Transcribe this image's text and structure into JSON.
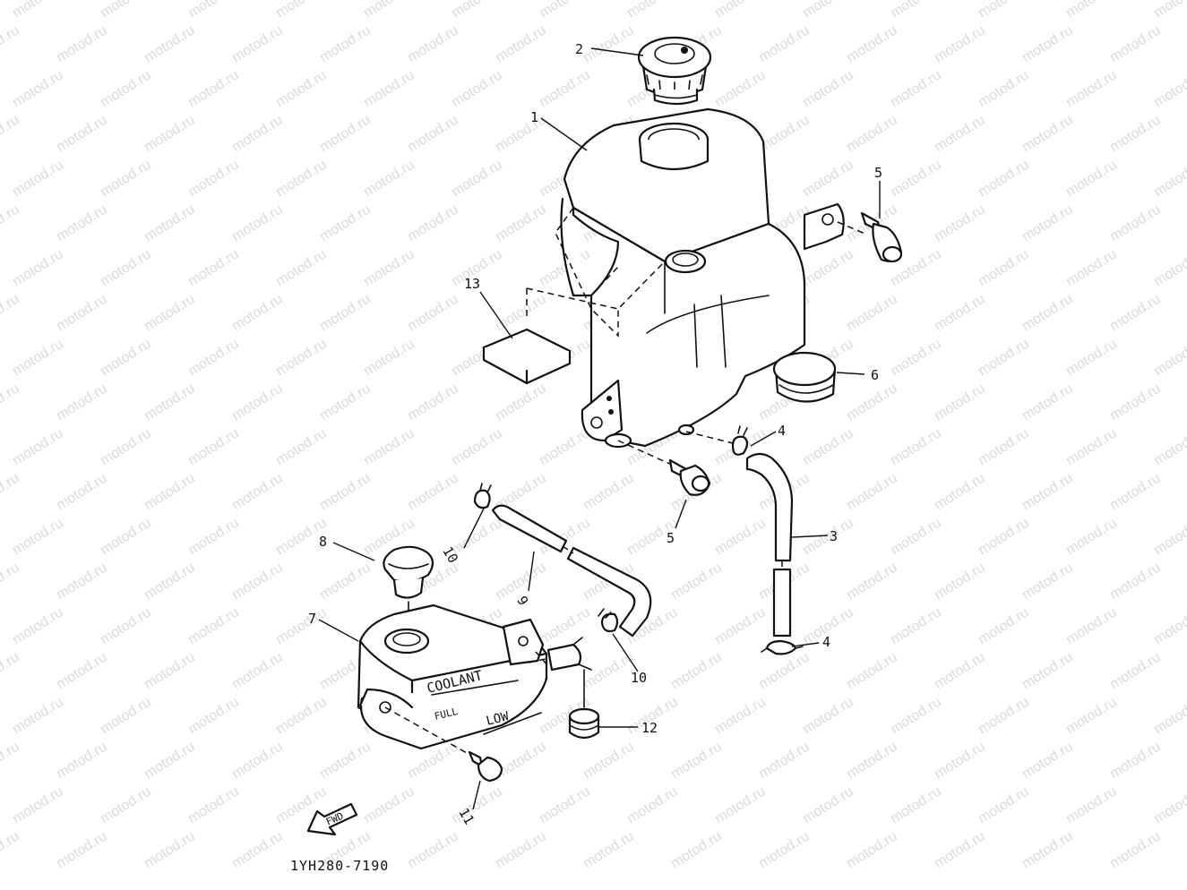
{
  "diagram": {
    "watermark": "motod.ru",
    "part_code": "1YH280-7190",
    "fwd_label": "FWD",
    "tank_labels": {
      "coolant": "COOLANT",
      "full": "FULL",
      "low": "LOW"
    },
    "callouts": [
      {
        "id": "c1",
        "label": "1"
      },
      {
        "id": "c2",
        "label": "2"
      },
      {
        "id": "c3",
        "label": "3"
      },
      {
        "id": "c4a",
        "label": "4"
      },
      {
        "id": "c4b",
        "label": "4"
      },
      {
        "id": "c5a",
        "label": "5"
      },
      {
        "id": "c5b",
        "label": "5"
      },
      {
        "id": "c6",
        "label": "6"
      },
      {
        "id": "c7",
        "label": "7"
      },
      {
        "id": "c8",
        "label": "8"
      },
      {
        "id": "c9",
        "label": "9"
      },
      {
        "id": "c10a",
        "label": "10"
      },
      {
        "id": "c10b",
        "label": "10"
      },
      {
        "id": "c11",
        "label": "11"
      },
      {
        "id": "c12",
        "label": "12"
      },
      {
        "id": "c13",
        "label": "13"
      }
    ]
  }
}
